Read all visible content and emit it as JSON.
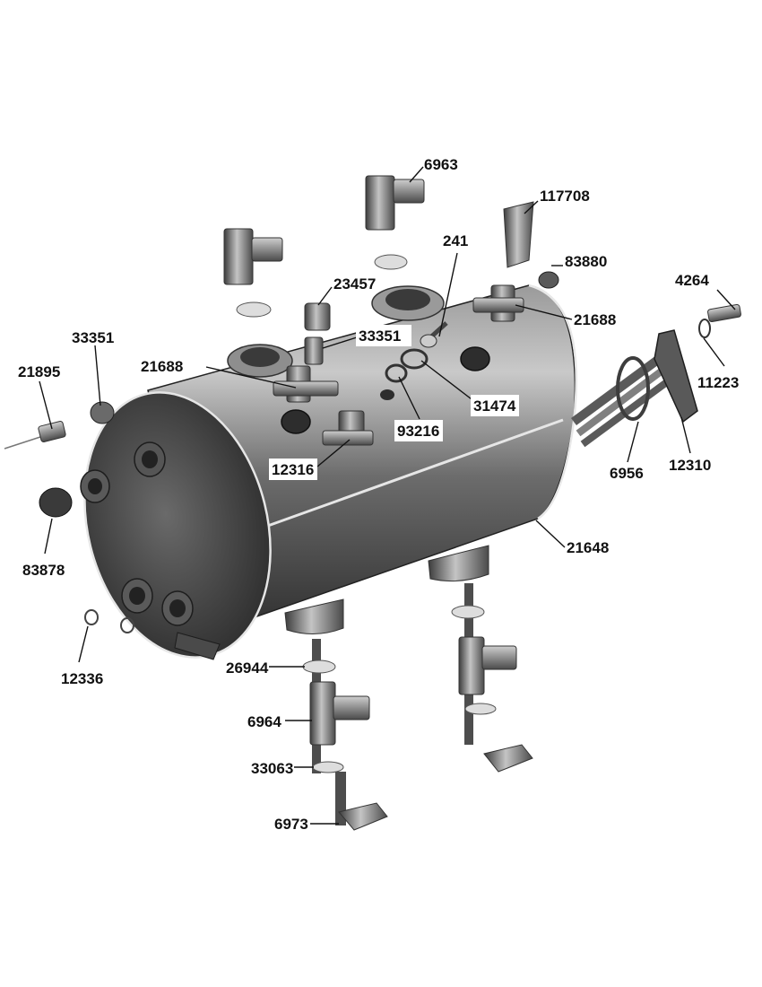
{
  "diagram": {
    "kind": "exploded parts diagram",
    "colors": {
      "background": "#ffffff",
      "metal_dark": "#3a3a3a",
      "metal_mid": "#6e6e6e",
      "metal_light": "#b8b8b8",
      "label_box": "#ffffff",
      "text": "#111111"
    },
    "part_labels": [
      "6963",
      "117708",
      "241",
      "83880",
      "4264",
      "23457",
      "33351",
      "21688",
      "33351",
      "21688",
      "21895",
      "11223",
      "31474",
      "93216",
      "12316",
      "6956",
      "12310",
      "21648",
      "83878",
      "12336",
      "26944",
      "6964",
      "33063",
      "6973"
    ]
  }
}
